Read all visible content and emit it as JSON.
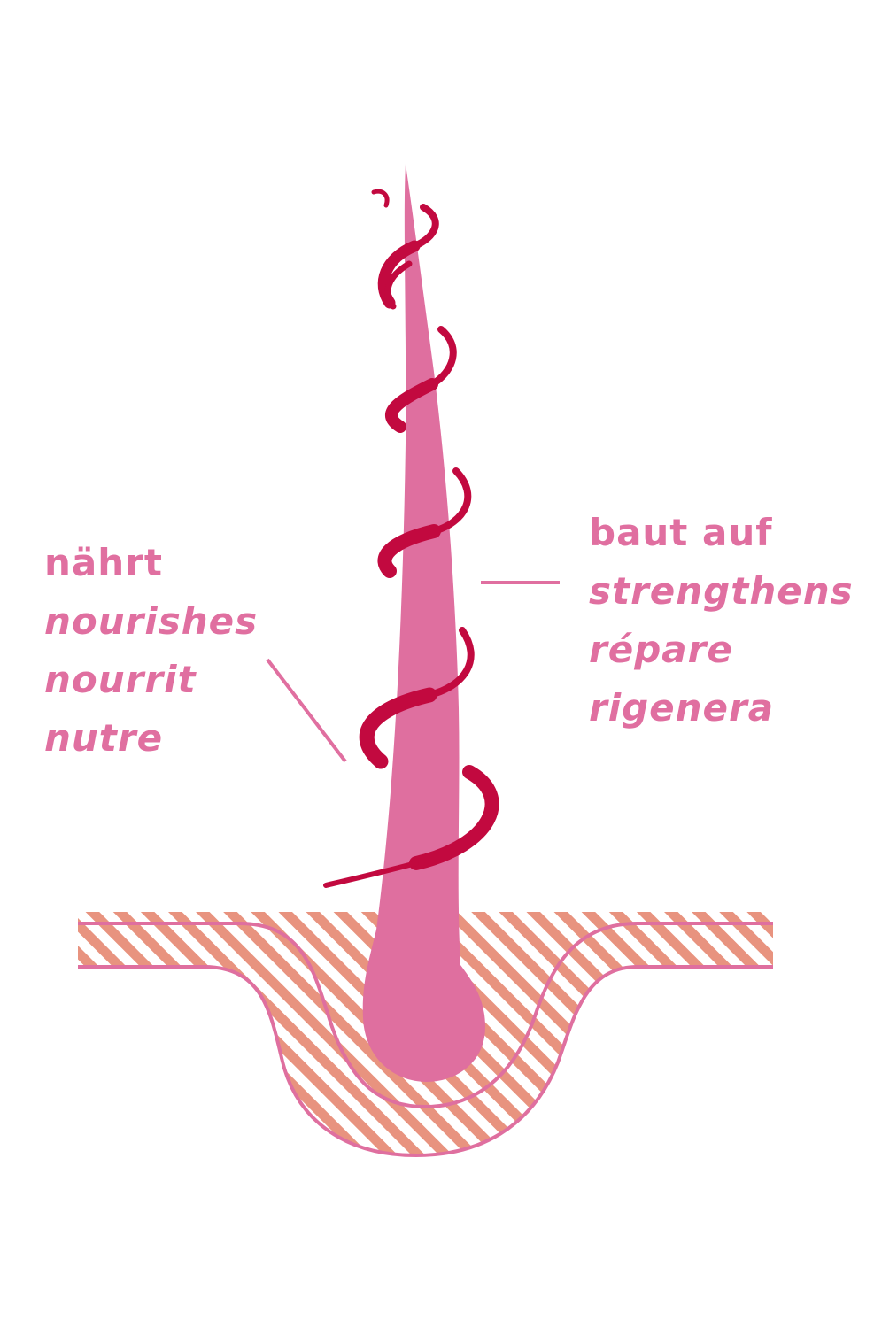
{
  "colors": {
    "background": "#ffffff",
    "text": "#e06fa0",
    "hair": "#df6f9f",
    "spiral": "#c2093f",
    "stripe": "#e8937f",
    "outline": "#df6f9f"
  },
  "left_label": {
    "lines": [
      "nährt",
      "nourishes",
      "nourrit",
      "nutre"
    ]
  },
  "right_label": {
    "lines": [
      "baut auf",
      "strengthens",
      "répare",
      "rigenera"
    ]
  }
}
